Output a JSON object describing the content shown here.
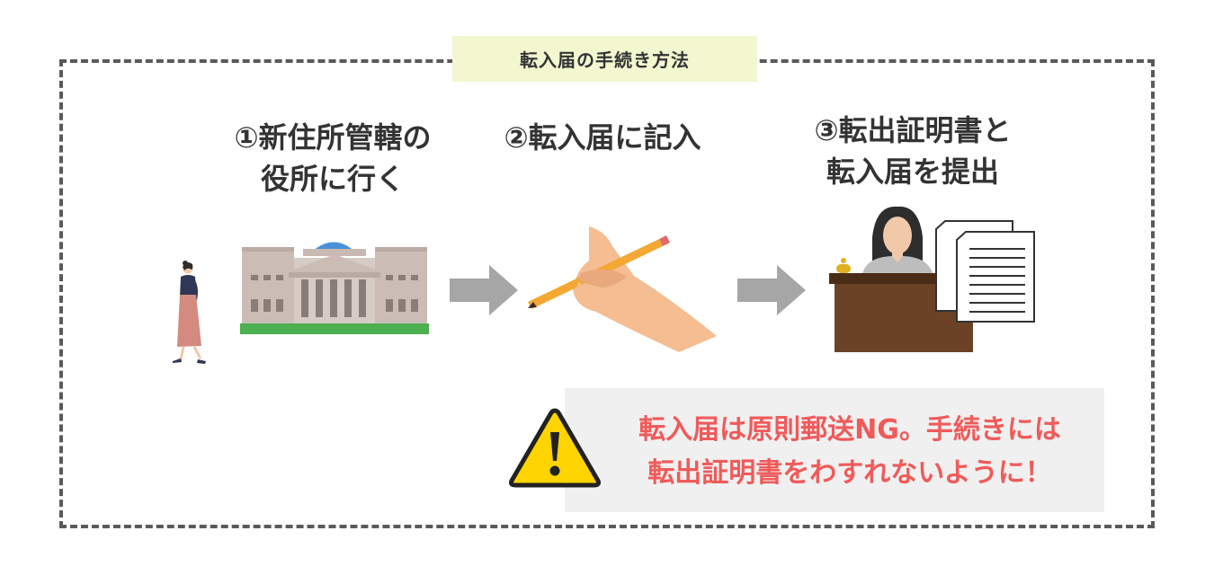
{
  "title": "転入届の手続き方法",
  "steps": [
    {
      "lines": [
        "①新住所管轄の",
        "役所に行く"
      ]
    },
    {
      "lines": [
        "②転入届に記入"
      ]
    },
    {
      "lines": [
        "③転出証明書と",
        "転入届を提出"
      ]
    }
  ],
  "warning": {
    "lines": [
      "転入届は原則郵送NG。手続きには",
      "転出証明書をわすれないように！"
    ]
  },
  "colors": {
    "border": "#5a5a5a",
    "title_bg": "#f2f7cf",
    "warning_text": "#f05a5a",
    "warning_bg": "#f0f0f0",
    "arrow": "#a6a6a6",
    "building_lawn": "#4caf50",
    "desk": "#6b4226",
    "pencil": "#f3a833",
    "caution_yellow": "#ffd400"
  },
  "icons": [
    "walking-woman-icon",
    "city-hall-icon",
    "arrow-right-icon",
    "hand-writing-icon",
    "reception-desk-icon",
    "documents-icon",
    "warning-icon"
  ]
}
